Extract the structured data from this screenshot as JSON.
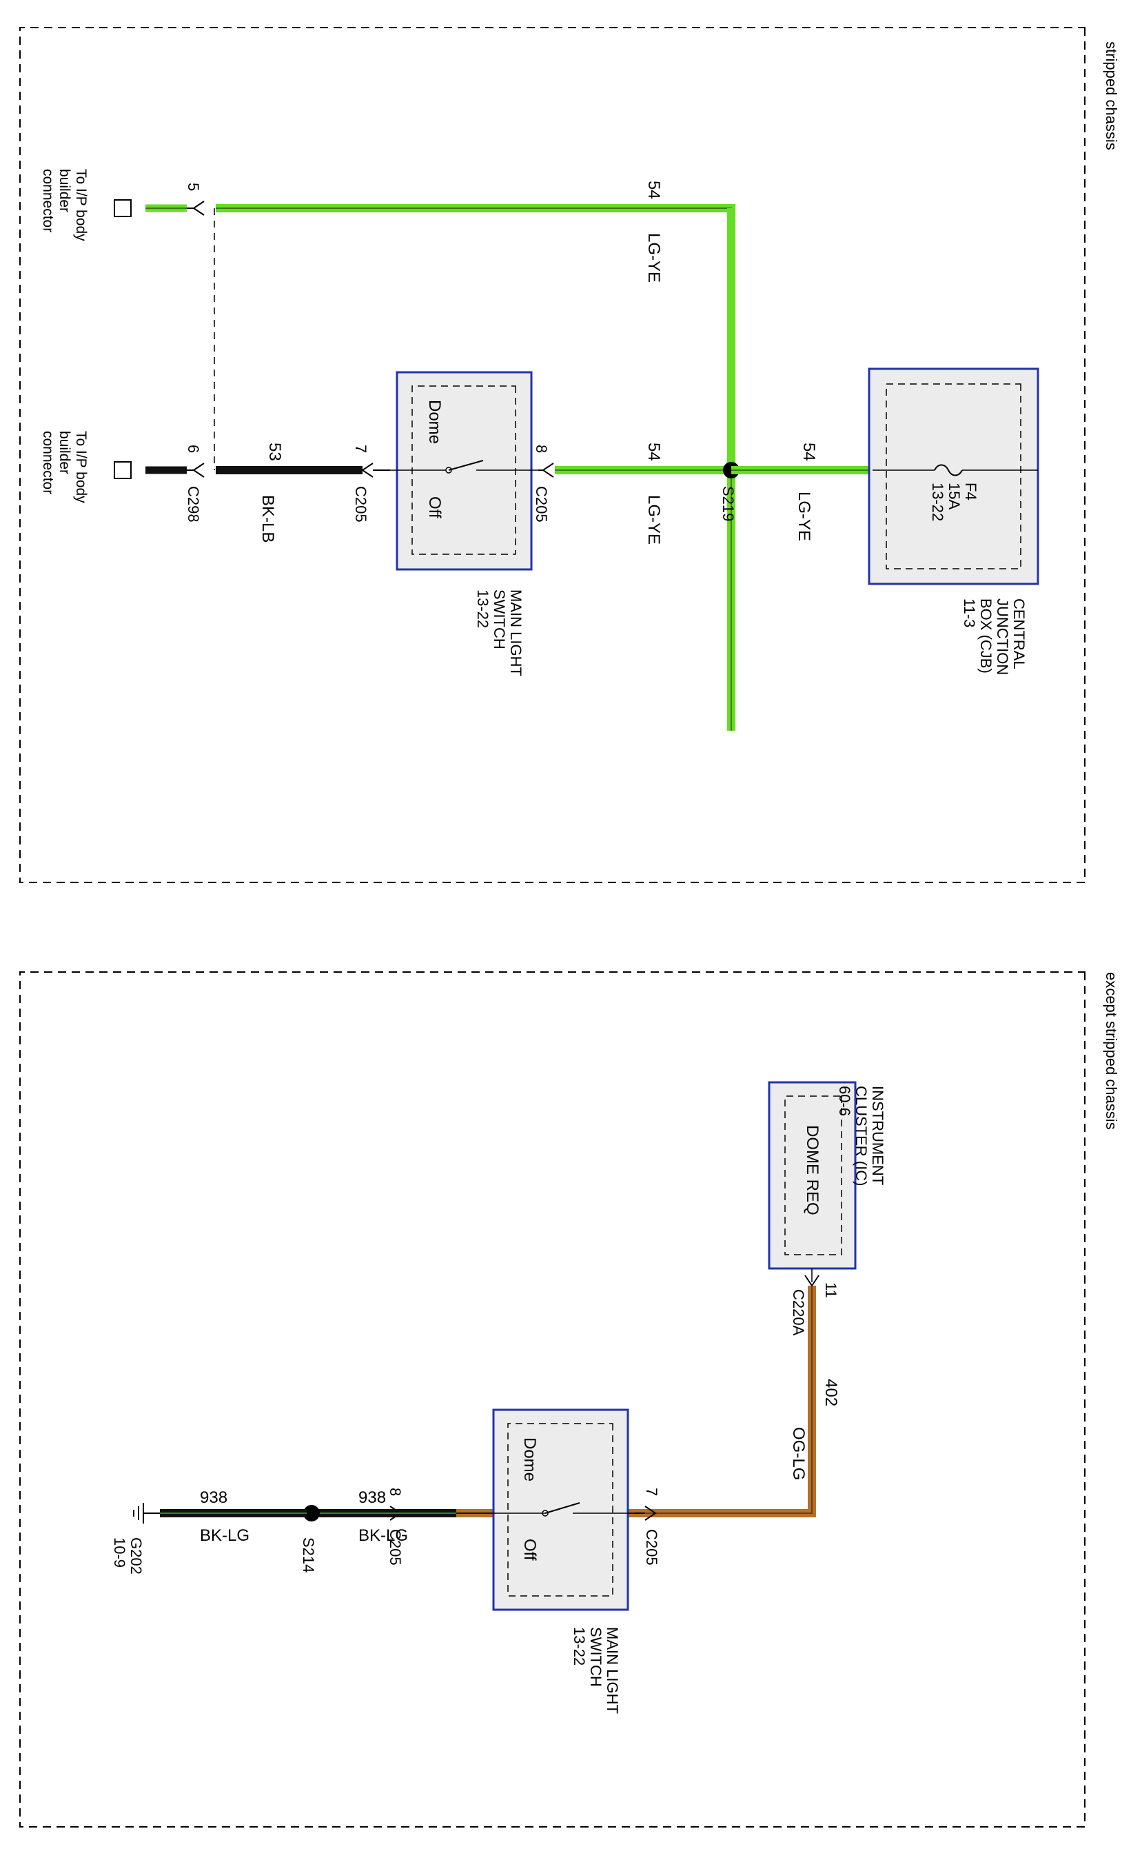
{
  "colors": {
    "lg_ye": "#66dd22",
    "lg_ye_core": "#3a7a12",
    "og_lg": "#b5702a",
    "og_lg_core": "#6b3d10",
    "bk": "#111111",
    "box_border": "#2233aa",
    "box_fill": "#ececec"
  },
  "sections": [
    {
      "label": "stripped chassis",
      "connectors": [
        {
          "label_lines": [
            "To I/P body",
            "builder",
            "connector"
          ],
          "pin": "5",
          "connector": ""
        },
        {
          "label_lines": [
            "To I/P body",
            "builder",
            "connector"
          ],
          "pin": "6",
          "connector": "C298"
        }
      ],
      "wires": [
        {
          "circuit": "54",
          "color": "LG-YE"
        },
        {
          "circuit": "53",
          "color": "BK-LB"
        },
        {
          "circuit": "54",
          "color": "LG-YE"
        },
        {
          "circuit": "54",
          "color": "LG-YE"
        }
      ],
      "switch": {
        "pos_dome": "Dome",
        "pos_off": "Off",
        "label_lines": [
          "MAIN LIGHT",
          "SWITCH",
          "13-22"
        ],
        "pin_in": "7",
        "conn_in": "C205",
        "pin_out": "8",
        "conn_out": "C205"
      },
      "splice": "S219",
      "cjb": {
        "fuse_lines": [
          "F4",
          "15A",
          "13-22"
        ],
        "label_lines": [
          "CENTRAL",
          "JUNCTION",
          "BOX (CJB)",
          "11-3"
        ]
      }
    },
    {
      "label": "except stripped chassis",
      "cluster": {
        "inner": "DOME REQ",
        "label_lines": [
          "INSTRUMENT",
          "CLUSTER (IC)",
          "60-6"
        ],
        "pin": "11",
        "connector": "C220A"
      },
      "wires": [
        {
          "circuit": "402",
          "color": "OG-LG"
        },
        {
          "circuit": "938",
          "color": "BK-LG"
        },
        {
          "circuit": "938",
          "color": "BK-LG"
        }
      ],
      "switch": {
        "pos_dome": "Dome",
        "pos_off": "Off",
        "label_lines": [
          "MAIN LIGHT",
          "SWITCH",
          "13-22"
        ],
        "pin_in": "7",
        "conn_in": "C205",
        "pin_out": "8",
        "conn_out": "C205"
      },
      "splice": "S214",
      "ground": {
        "label_lines": [
          "G202",
          "10-9"
        ]
      }
    }
  ]
}
